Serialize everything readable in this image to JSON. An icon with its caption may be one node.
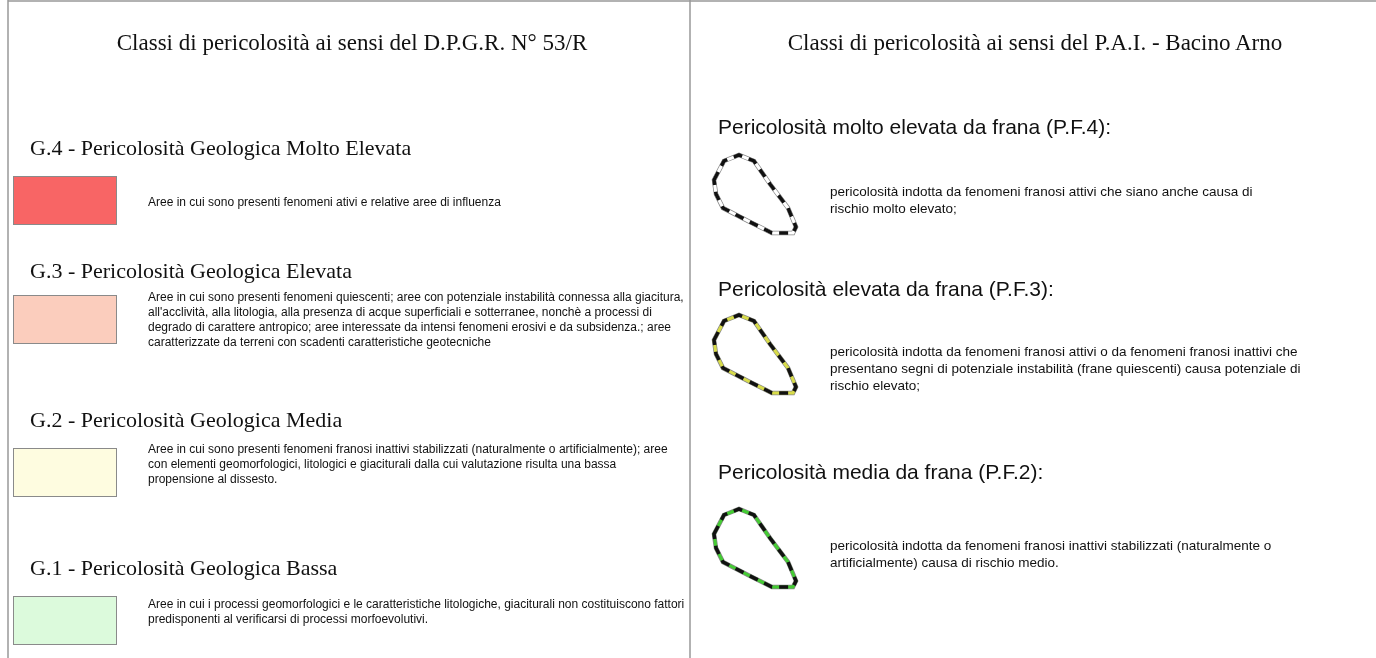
{
  "diagram": {
    "labels": [
      "Classi di pericolosità ai sensi del D.P.G.R. N° 53/R",
      "G.4 - Pericolosità Geologica Molto Elevata",
      "G.3 - Pericolosità Geologica Elevata",
      "G.2 - Pericolosità Geologica Media",
      "G.1 - Pericolosità Geologica Bassa",
      "Classi di pericolosità ai sensi del P.A.I. - Bacino Arno",
      "Pericolosità molto elevata da frana (P.F.4):",
      "Pericolosità elevata da frana (P.F.3):",
      "Pericolosità media da frana (P.F.2):"
    ],
    "legend": [
      {
        "text": "Aree in cui sono presenti fenomeni ativi e relative aree di influenza",
        "color": "#f86565"
      },
      {
        "text": "Aree in cui sono presenti fenomeni quiescenti; aree con potenziale instabilità connessa alla giacitura, all'acclività, alla litologia, alla presenza di acque superficiali e sotterranee, nonchè a processi di degrado di carattere antropico; aree interessate da intensi fenomeni erosivi e da subsidenza.; aree caratterizzate da terreni con scadenti caratteristiche geotecniche",
        "color": "#fbcdbd"
      },
      {
        "text": "Aree in cui sono presenti fenomeni franosi inattivi stabilizzati (naturalmente o artificialmente); aree con elementi geomorfologici, litologici e giaciturali dalla cui valutazione risulta una bassa propensione al dissesto.",
        "color": "#fefce0"
      },
      {
        "text": "Aree in cui i processi geomorfologici e le caratteristiche litologiche, giaciturali non costituiscono fattori predisponenti al verificarsi di processi morfoevolutivi.",
        "color": "#dcfadc"
      },
      {
        "text": "pericolosità indotta da fenomeni franosi attivi che siano anche causa di rischio molto elevato;"
      },
      {
        "text": "pericolosità indotta da fenomeni franosi attivi o da fenomeni franosi inattivi che presentano segni di potenziale instabilità (frane quiescenti) causa potenziale di rischio elevato;"
      },
      {
        "text": "pericolosità indotta da fenomeni franosi inattivi stabilizzati (naturalmente o artificialmente) causa di rischio medio."
      }
    ]
  }
}
